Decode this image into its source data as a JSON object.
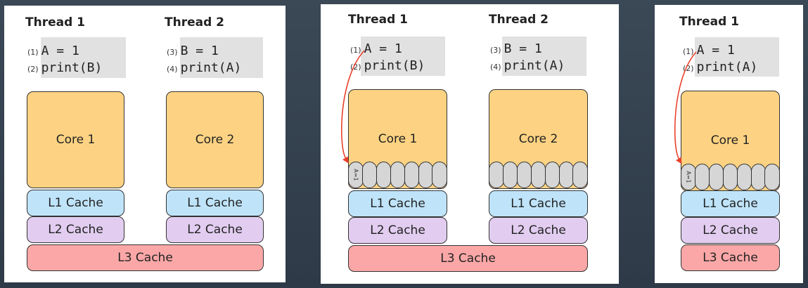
{
  "panels": [
    {
      "threads": [
        {
          "title": "Thread 1",
          "lines": [
            {
              "num": "(1)",
              "code": "A = 1"
            },
            {
              "num": "(2)",
              "code": "print(B)"
            }
          ]
        },
        {
          "title": "Thread 2",
          "lines": [
            {
              "num": "(3)",
              "code": "B = 1"
            },
            {
              "num": "(4)",
              "code": "print(A)"
            }
          ]
        }
      ],
      "cores": [
        {
          "label": "Core 1",
          "l1": "L1 Cache",
          "l2": "L2 Cache"
        },
        {
          "label": "Core 2",
          "l1": "L1 Cache",
          "l2": "L2 Cache"
        }
      ],
      "l3": "L3 Cache"
    },
    {
      "threads": [
        {
          "title": "Thread 1",
          "lines": [
            {
              "num": "(1)",
              "code": "A = 1"
            },
            {
              "num": "(2)",
              "code": "print(B)"
            }
          ]
        },
        {
          "title": "Thread 2",
          "lines": [
            {
              "num": "(3)",
              "code": "B = 1"
            },
            {
              "num": "(4)",
              "code": "print(A)"
            }
          ]
        }
      ],
      "cores": [
        {
          "label": "Core 1",
          "l1": "L1 Cache",
          "l2": "L2 Cache",
          "buffer_entry": "A=1"
        },
        {
          "label": "Core 2",
          "l1": "L1 Cache",
          "l2": "L2 Cache"
        }
      ],
      "l3": "L3 Cache"
    },
    {
      "threads": [
        {
          "title": "Thread 1",
          "lines": [
            {
              "num": "(1)",
              "code": "A = 1"
            },
            {
              "num": "(2)",
              "code": "print(A)"
            }
          ]
        }
      ],
      "cores": [
        {
          "label": "Core 1",
          "l1": "L1 Cache",
          "l2": "L2 Cache",
          "buffer_entry": "A=1"
        }
      ],
      "l3": "L3 Cache"
    }
  ],
  "colors": {
    "core": "#fdd383",
    "l1": "#bfe4fa",
    "l2": "#e2cdf0",
    "l3": "#fba7a7",
    "store_buffer": "#d6d6d6",
    "arrow": "#e8402a"
  }
}
